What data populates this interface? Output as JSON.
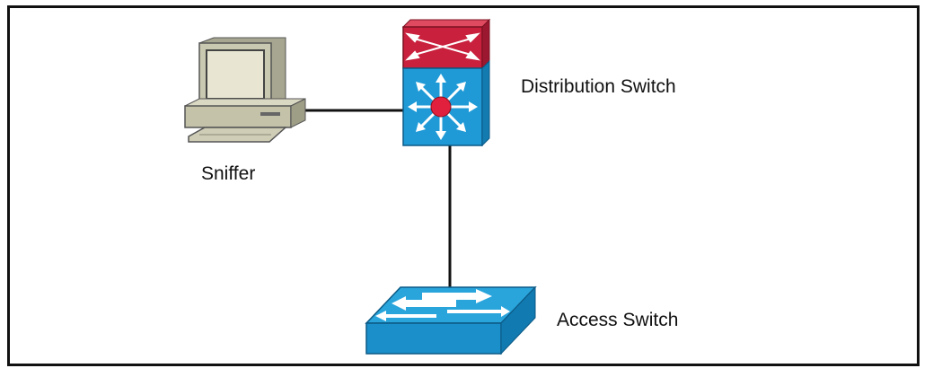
{
  "nodes": {
    "sniffer": {
      "label": "Sniffer",
      "icon": "pc-icon"
    },
    "distribution_switch": {
      "label": "Distribution Switch",
      "icon": "multilayer-switch-icon"
    },
    "access_switch": {
      "label": "Access Switch",
      "icon": "workgroup-switch-icon"
    }
  },
  "links": [
    {
      "from": "sniffer",
      "to": "distribution_switch"
    },
    {
      "from": "distribution_switch",
      "to": "access_switch"
    }
  ],
  "colors": {
    "switch_blue": "#1f9ad6",
    "switch_red": "#c9203d",
    "pc_beige": "#c9c8b0",
    "line": "#111111"
  }
}
